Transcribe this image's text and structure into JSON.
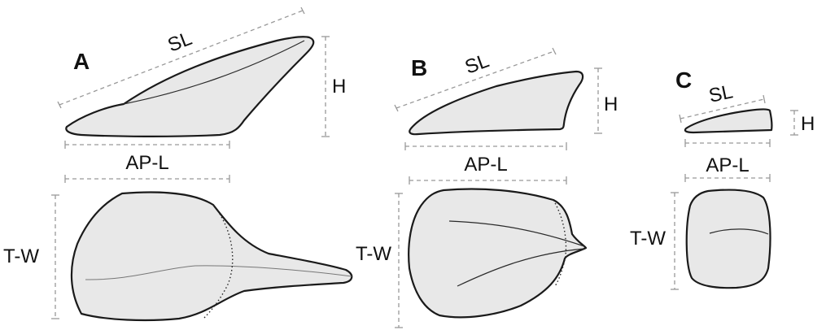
{
  "panels": [
    {
      "letter": "A",
      "labels": {
        "SL": "SL",
        "H": "H",
        "AP_L": "AP-L",
        "T_W": "T-W"
      }
    },
    {
      "letter": "B",
      "labels": {
        "SL": "SL",
        "H": "H",
        "AP_L": "AP-L",
        "T_W": "T-W"
      }
    },
    {
      "letter": "C",
      "labels": {
        "SL": "SL",
        "H": "H",
        "AP_L": "AP-L",
        "T_W": "T-W"
      }
    }
  ],
  "colors": {
    "fill": "#e8e8e8",
    "outline": "#1a1a1a",
    "dimension_line": "#999999"
  }
}
